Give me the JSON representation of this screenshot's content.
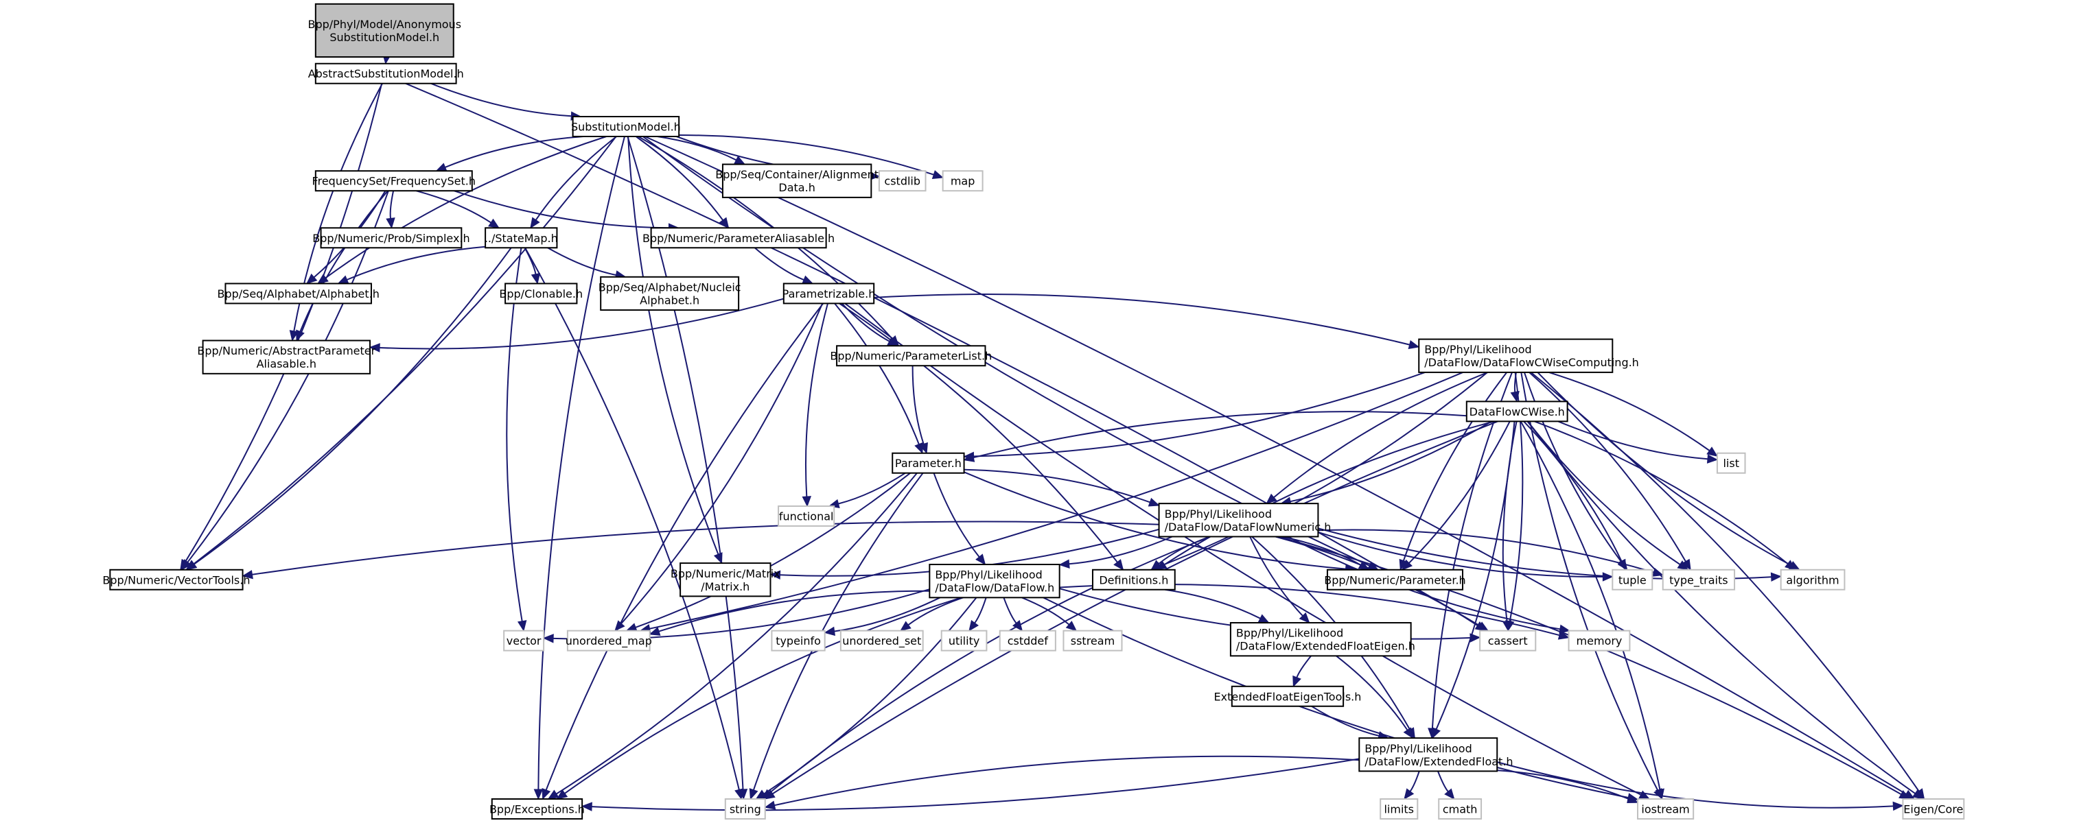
{
  "graph": {
    "title": "Include dependency graph for AnonymousSubstitutionModel.h",
    "edge_color": "#191970",
    "root_fill": "#bfbfbf",
    "system_border": "#bfbfbf",
    "nodes": [
      {
        "id": "root",
        "lines": [
          "Bpp/Phyl/Model/Anonymous",
          "SubstitutionModel.h"
        ],
        "kind": "root"
      },
      {
        "id": "asm",
        "lines": [
          "AbstractSubstitutionModel.h"
        ],
        "kind": "file"
      },
      {
        "id": "sm",
        "lines": [
          "SubstitutionModel.h"
        ],
        "kind": "file"
      },
      {
        "id": "fs",
        "lines": [
          "FrequencySet/FrequencySet.h"
        ],
        "kind": "file"
      },
      {
        "id": "align",
        "lines": [
          "Bpp/Seq/Container/Alignment",
          "Data.h"
        ],
        "kind": "file"
      },
      {
        "id": "cstdlib",
        "lines": [
          "cstdlib"
        ],
        "kind": "system"
      },
      {
        "id": "map",
        "lines": [
          "map"
        ],
        "kind": "system"
      },
      {
        "id": "simplex",
        "lines": [
          "Bpp/Numeric/Prob/Simplex.h"
        ],
        "kind": "file"
      },
      {
        "id": "statemap",
        "lines": [
          "../StateMap.h"
        ],
        "kind": "file"
      },
      {
        "id": "paramalias",
        "lines": [
          "Bpp/Numeric/ParameterAliasable.h"
        ],
        "kind": "file"
      },
      {
        "id": "alphabet",
        "lines": [
          "Bpp/Seq/Alphabet/Alphabet.h"
        ],
        "kind": "file"
      },
      {
        "id": "clonable",
        "lines": [
          "Bpp/Clonable.h"
        ],
        "kind": "file"
      },
      {
        "id": "nucleic",
        "lines": [
          "Bpp/Seq/Alphabet/Nucleic",
          "Alphabet.h"
        ],
        "kind": "file"
      },
      {
        "id": "parametrizable",
        "lines": [
          "Parametrizable.h"
        ],
        "kind": "file"
      },
      {
        "id": "absparamalias",
        "lines": [
          "Bpp/Numeric/AbstractParameter",
          "Aliasable.h"
        ],
        "kind": "file"
      },
      {
        "id": "paramlist",
        "lines": [
          "Bpp/Numeric/ParameterList.h"
        ],
        "kind": "file"
      },
      {
        "id": "dfcwc",
        "lines": [
          "Bpp/Phyl/Likelihood",
          "/DataFlow/DataFlowCWiseComputing.h"
        ],
        "kind": "file",
        "align": "left"
      },
      {
        "id": "dfcwise",
        "lines": [
          "DataFlowCWise.h"
        ],
        "kind": "file"
      },
      {
        "id": "list",
        "lines": [
          "list"
        ],
        "kind": "system"
      },
      {
        "id": "parameter",
        "lines": [
          "Parameter.h"
        ],
        "kind": "file"
      },
      {
        "id": "functional",
        "lines": [
          "functional"
        ],
        "kind": "system"
      },
      {
        "id": "dfnumeric",
        "lines": [
          "Bpp/Phyl/Likelihood",
          "/DataFlow/DataFlowNumeric.h"
        ],
        "kind": "file",
        "align": "left"
      },
      {
        "id": "vectortools",
        "lines": [
          "Bpp/Numeric/VectorTools.h"
        ],
        "kind": "file"
      },
      {
        "id": "matrix",
        "lines": [
          "Bpp/Numeric/Matrix",
          "/Matrix.h"
        ],
        "kind": "file"
      },
      {
        "id": "dataflow",
        "lines": [
          "Bpp/Phyl/Likelihood",
          "/DataFlow/DataFlow.h"
        ],
        "kind": "file",
        "align": "left"
      },
      {
        "id": "definitions",
        "lines": [
          "Definitions.h"
        ],
        "kind": "file"
      },
      {
        "id": "numparameter",
        "lines": [
          "Bpp/Numeric/Parameter.h"
        ],
        "kind": "file"
      },
      {
        "id": "tuple",
        "lines": [
          "tuple"
        ],
        "kind": "system"
      },
      {
        "id": "type_traits",
        "lines": [
          "type_traits"
        ],
        "kind": "system"
      },
      {
        "id": "algorithm",
        "lines": [
          "algorithm"
        ],
        "kind": "system"
      },
      {
        "id": "vector",
        "lines": [
          "vector"
        ],
        "kind": "system"
      },
      {
        "id": "unordered_map",
        "lines": [
          "unordered_map"
        ],
        "kind": "system"
      },
      {
        "id": "typeinfo",
        "lines": [
          "typeinfo"
        ],
        "kind": "system"
      },
      {
        "id": "unordered_set",
        "lines": [
          "unordered_set"
        ],
        "kind": "system"
      },
      {
        "id": "utility",
        "lines": [
          "utility"
        ],
        "kind": "system"
      },
      {
        "id": "cstddef",
        "lines": [
          "cstddef"
        ],
        "kind": "system"
      },
      {
        "id": "sstream",
        "lines": [
          "sstream"
        ],
        "kind": "system"
      },
      {
        "id": "cassert",
        "lines": [
          "cassert"
        ],
        "kind": "system"
      },
      {
        "id": "memory",
        "lines": [
          "memory"
        ],
        "kind": "system"
      },
      {
        "id": "efeigen",
        "lines": [
          "Bpp/Phyl/Likelihood",
          "/DataFlow/ExtendedFloatEigen.h"
        ],
        "kind": "file",
        "align": "left"
      },
      {
        "id": "efeigentools",
        "lines": [
          "ExtendedFloatEigenTools.h"
        ],
        "kind": "file"
      },
      {
        "id": "extfloat",
        "lines": [
          "Bpp/Phyl/Likelihood",
          "/DataFlow/ExtendedFloat.h"
        ],
        "kind": "file",
        "align": "left"
      },
      {
        "id": "exceptions",
        "lines": [
          "Bpp/Exceptions.h"
        ],
        "kind": "file"
      },
      {
        "id": "string",
        "lines": [
          "string"
        ],
        "kind": "system"
      },
      {
        "id": "limits",
        "lines": [
          "limits"
        ],
        "kind": "system"
      },
      {
        "id": "cmath",
        "lines": [
          "cmath"
        ],
        "kind": "system"
      },
      {
        "id": "iostream",
        "lines": [
          "iostream"
        ],
        "kind": "system"
      },
      {
        "id": "eigencore",
        "lines": [
          "Eigen/Core"
        ],
        "kind": "system"
      }
    ],
    "edges": [
      [
        "root",
        "asm"
      ],
      [
        "asm",
        "sm"
      ],
      [
        "asm",
        "vectortools"
      ],
      [
        "asm",
        "absparamalias"
      ],
      [
        "asm",
        "cassert"
      ],
      [
        "sm",
        "fs"
      ],
      [
        "sm",
        "align"
      ],
      [
        "sm",
        "cstdlib"
      ],
      [
        "sm",
        "map"
      ],
      [
        "sm",
        "statemap"
      ],
      [
        "sm",
        "paramalias"
      ],
      [
        "sm",
        "alphabet"
      ],
      [
        "sm",
        "vectortools"
      ],
      [
        "sm",
        "exceptions"
      ],
      [
        "sm",
        "string"
      ],
      [
        "sm",
        "matrix"
      ],
      [
        "sm",
        "paramlist"
      ],
      [
        "sm",
        "numparameter"
      ],
      [
        "sm",
        "eigencore"
      ],
      [
        "fs",
        "simplex"
      ],
      [
        "fs",
        "statemap"
      ],
      [
        "fs",
        "paramalias"
      ],
      [
        "fs",
        "alphabet"
      ],
      [
        "fs",
        "absparamalias"
      ],
      [
        "fs",
        "vectortools"
      ],
      [
        "statemap",
        "alphabet"
      ],
      [
        "statemap",
        "clonable"
      ],
      [
        "statemap",
        "nucleic"
      ],
      [
        "statemap",
        "vectortools"
      ],
      [
        "statemap",
        "vector"
      ],
      [
        "statemap",
        "string"
      ],
      [
        "paramalias",
        "parametrizable"
      ],
      [
        "parametrizable",
        "absparamalias"
      ],
      [
        "parametrizable",
        "paramlist"
      ],
      [
        "parametrizable",
        "parameter"
      ],
      [
        "parametrizable",
        "functional"
      ],
      [
        "parametrizable",
        "unordered_map"
      ],
      [
        "parametrizable",
        "exceptions"
      ],
      [
        "parametrizable",
        "dfcwc"
      ],
      [
        "parametrizable",
        "iostream"
      ],
      [
        "parametrizable",
        "definitions"
      ],
      [
        "paramlist",
        "parameter"
      ],
      [
        "parameter",
        "functional"
      ],
      [
        "parameter",
        "dataflow"
      ],
      [
        "parameter",
        "dfnumeric"
      ],
      [
        "parameter",
        "numparameter"
      ],
      [
        "parameter",
        "exceptions"
      ],
      [
        "parameter",
        "string"
      ],
      [
        "parameter",
        "unordered_map"
      ],
      [
        "dfcwc",
        "dfcwise"
      ],
      [
        "dfcwc",
        "parameter"
      ],
      [
        "dfcwc",
        "dfnumeric"
      ],
      [
        "dfcwc",
        "list"
      ],
      [
        "dfcwc",
        "numparameter"
      ],
      [
        "dfcwc",
        "definitions"
      ],
      [
        "dfcwc",
        "tuple"
      ],
      [
        "dfcwc",
        "type_traits"
      ],
      [
        "dfcwc",
        "algorithm"
      ],
      [
        "dfcwc",
        "cassert"
      ],
      [
        "dfcwc",
        "iostream"
      ],
      [
        "dfcwc",
        "eigencore"
      ],
      [
        "dfcwc",
        "extfloat"
      ],
      [
        "dfcwc",
        "unordered_map"
      ],
      [
        "dfcwise",
        "parameter"
      ],
      [
        "dfcwise",
        "dfnumeric"
      ],
      [
        "dfcwise",
        "list"
      ],
      [
        "dfcwise",
        "numparameter"
      ],
      [
        "dfcwise",
        "definitions"
      ],
      [
        "dfcwise",
        "tuple"
      ],
      [
        "dfcwise",
        "type_traits"
      ],
      [
        "dfcwise",
        "algorithm"
      ],
      [
        "dfcwise",
        "cassert"
      ],
      [
        "dfcwise",
        "iostream"
      ],
      [
        "dfcwise",
        "eigencore"
      ],
      [
        "dfcwise",
        "extfloat"
      ],
      [
        "dfcwise",
        "string"
      ],
      [
        "dfnumeric",
        "dataflow"
      ],
      [
        "dfnumeric",
        "definitions"
      ],
      [
        "dfnumeric",
        "numparameter"
      ],
      [
        "dfnumeric",
        "vectortools"
      ],
      [
        "dfnumeric",
        "matrix"
      ],
      [
        "dfnumeric",
        "tuple"
      ],
      [
        "dfnumeric",
        "type_traits"
      ],
      [
        "dfnumeric",
        "algorithm"
      ],
      [
        "dfnumeric",
        "cassert"
      ],
      [
        "dfnumeric",
        "efeigen"
      ],
      [
        "dfnumeric",
        "extfloat"
      ],
      [
        "dfnumeric",
        "string"
      ],
      [
        "dfnumeric",
        "eigencore"
      ],
      [
        "dfnumeric",
        "memory"
      ],
      [
        "dataflow",
        "vector"
      ],
      [
        "dataflow",
        "unordered_map"
      ],
      [
        "dataflow",
        "typeinfo"
      ],
      [
        "dataflow",
        "unordered_set"
      ],
      [
        "dataflow",
        "utility"
      ],
      [
        "dataflow",
        "cstddef"
      ],
      [
        "dataflow",
        "sstream"
      ],
      [
        "dataflow",
        "cassert"
      ],
      [
        "dataflow",
        "memory"
      ],
      [
        "dataflow",
        "exceptions"
      ],
      [
        "dataflow",
        "string"
      ],
      [
        "dataflow",
        "iostream"
      ],
      [
        "definitions",
        "efeigen"
      ],
      [
        "efeigen",
        "efeigentools"
      ],
      [
        "efeigen",
        "extfloat"
      ],
      [
        "efeigentools",
        "extfloat"
      ],
      [
        "extfloat",
        "limits"
      ],
      [
        "extfloat",
        "cmath"
      ],
      [
        "extfloat",
        "iostream"
      ],
      [
        "extfloat",
        "eigencore"
      ],
      [
        "extfloat",
        "exceptions"
      ],
      [
        "extfloat",
        "string"
      ]
    ]
  }
}
